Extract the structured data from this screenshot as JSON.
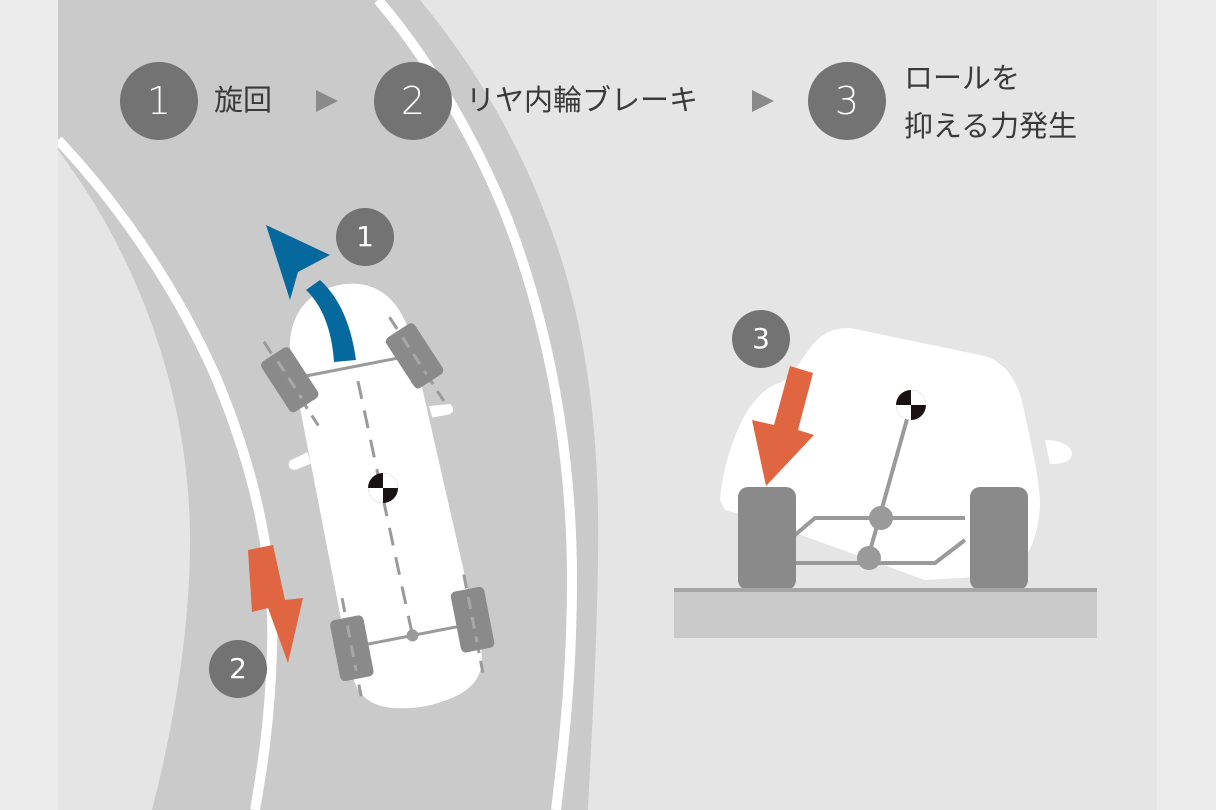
{
  "colors": {
    "panel_bg": "#e5e5e5",
    "road": "#cacaca",
    "road_line": "#ffffff",
    "step_circle": "#737373",
    "yaw_arrow": "#05699e",
    "force_arrow": "#e06541",
    "tire": "#8a8a8a",
    "ground": "#cacaca"
  },
  "steps": [
    {
      "number": "1",
      "label": "旋回"
    },
    {
      "number": "2",
      "label": "リヤ内輪ブレーキ"
    },
    {
      "number": "3",
      "label_line1": "ロールを",
      "label_line2": "抑える力発生"
    }
  ],
  "separators": [
    "triangle-right",
    "triangle-right"
  ],
  "top_view": {
    "badges": [
      {
        "number": "1",
        "meaning": "yaw-turn-arrow"
      },
      {
        "number": "2",
        "meaning": "rear-inner-wheel-brake-force"
      }
    ],
    "icons": [
      "curved-arrow-icon",
      "down-arrow-icon",
      "center-of-gravity-icon"
    ]
  },
  "rear_view": {
    "badges": [
      {
        "number": "3",
        "meaning": "anti-roll-force"
      }
    ],
    "icons": [
      "down-arrow-icon",
      "center-of-gravity-icon"
    ]
  }
}
